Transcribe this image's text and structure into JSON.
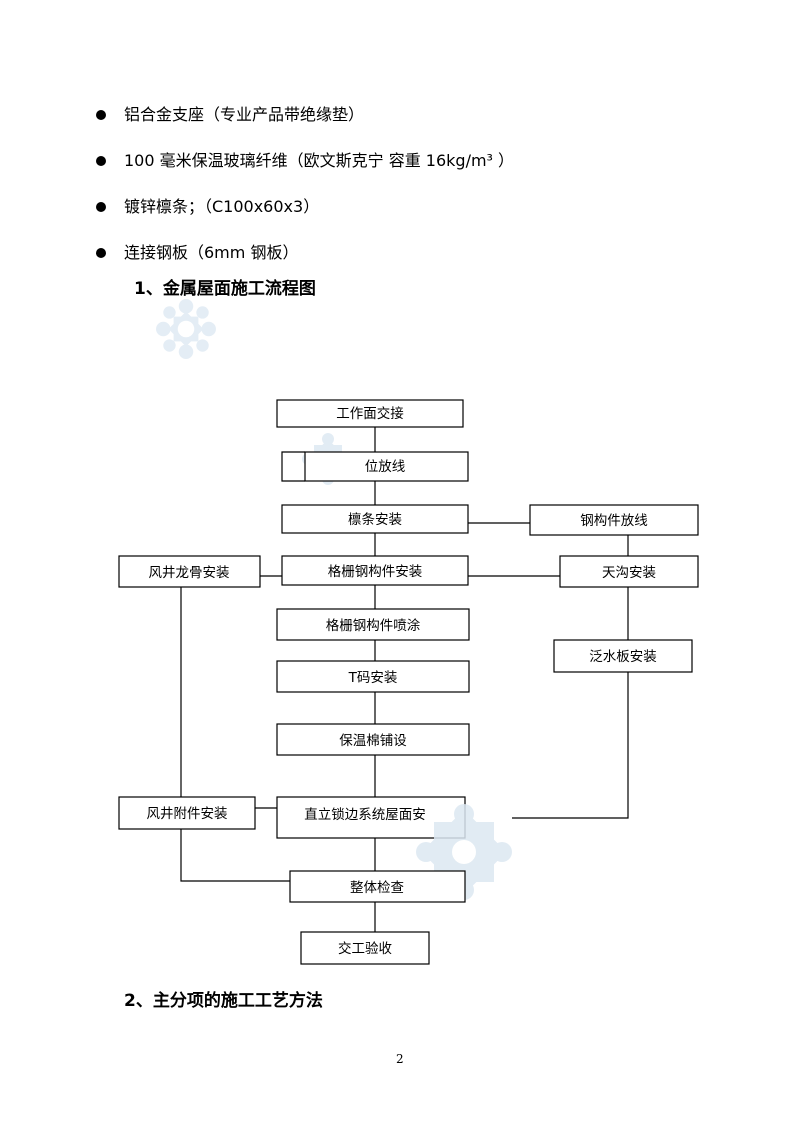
{
  "bullets": [
    "铝合金支座（专业产品带绝缘垫）",
    "100 毫米保温玻璃纤维（欧文斯克宁 容重 16kg/m³ ）",
    "镀锌檩条；（C100x60x3）",
    "连接钢板（6mm 钢板）"
  ],
  "section1_title": "1、金属屋面施工流程图",
  "section2_title": "2、主分项的施工工艺方法",
  "page_number": "2",
  "flowchart": {
    "nodes": {
      "handover": "工作面交接",
      "positioning": "位放线",
      "purlin_install": "檩条安装",
      "steel_layout": "钢构件放线",
      "shaft_frame": "风井龙骨安装",
      "grid_steel": "格栅钢构件安装",
      "gutter": "天沟安装",
      "grid_spray": "格栅钢构件喷涂",
      "flashing": "泛水板安装",
      "t_code": "T码安装",
      "insulation": "保温棉铺设",
      "shaft_accessory": "风井附件安装",
      "standing_seam": "直立锁边系统屋面安",
      "inspection": "整体检查",
      "acceptance": "交工验收"
    }
  },
  "colors": {
    "watermark": "#dce8f2",
    "line": "#000000"
  }
}
